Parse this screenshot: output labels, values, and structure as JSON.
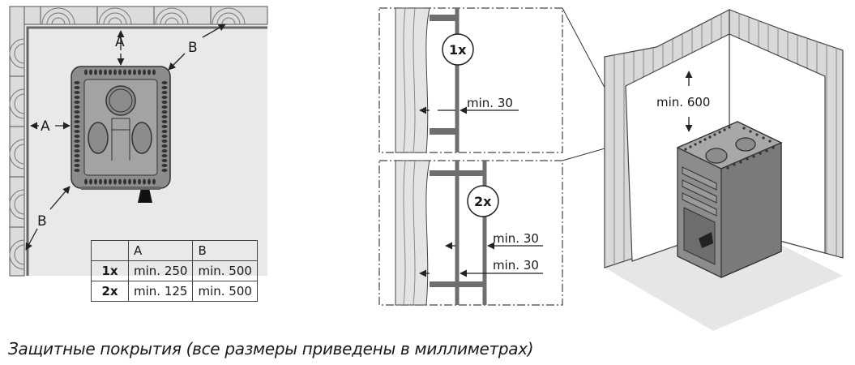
{
  "top_view": {
    "label_a_top": "A",
    "label_a_left": "A",
    "label_b_top": "B",
    "label_b_left": "B"
  },
  "table": {
    "headers": [
      "",
      "A",
      "B"
    ],
    "rows": [
      [
        "1x",
        "min. 250",
        "min. 500"
      ],
      [
        "2x",
        "min. 125",
        "min. 500"
      ]
    ]
  },
  "detail_1x": {
    "badge": "1x",
    "gap_label": "min. 30"
  },
  "detail_2x": {
    "badge": "2x",
    "gap_label_outer": "min. 30",
    "gap_label_inner": "min. 30"
  },
  "iso_view": {
    "ceiling_label": "min. 600"
  },
  "caption": "Защитные покрытия (все размеры приведены в миллиметрах)",
  "colors": {
    "stove": "#8c8c8c",
    "stove_dark": "#6e6e6e",
    "wall_panel": "#d9d9d9",
    "floor": "#e6e6e6",
    "line": "#333333"
  }
}
